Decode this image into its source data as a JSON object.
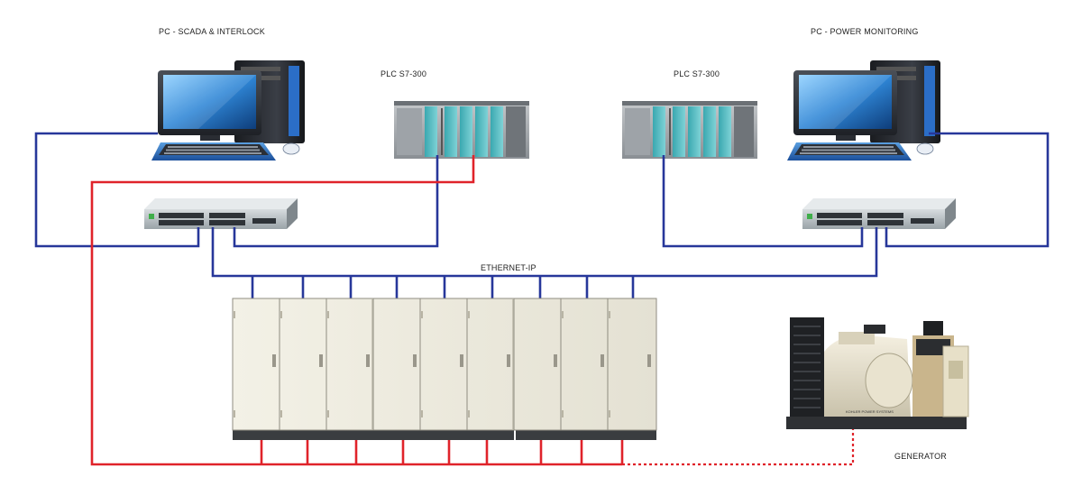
{
  "labels": {
    "pc_left": "PC - SCADA & INTERLOCK",
    "pc_right": "PC -  POWER MONITORING",
    "plc_left": "PLC S7-300",
    "plc_right": "PLC S7-300",
    "network": "ETHERNET-IP",
    "generator": "GENERATOR",
    "generator_brand": "KOHLER POWER SYSTEMS"
  },
  "colors": {
    "ethernet": "#27379a",
    "power": "#e0232a",
    "dotted_link": "#e0232a"
  },
  "panel_sections": 3,
  "doors_per_section": 3
}
